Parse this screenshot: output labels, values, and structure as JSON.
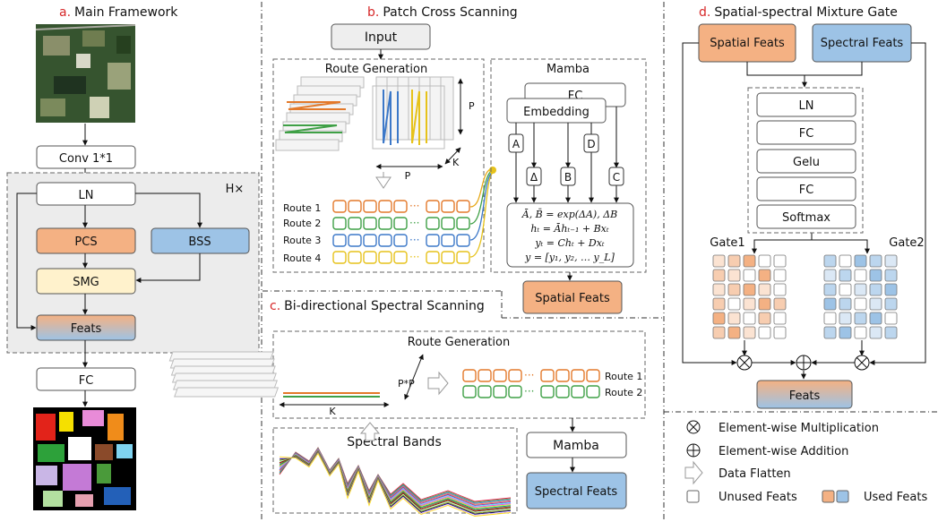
{
  "panel_a": {
    "letter": "a.",
    "title": "Main Framework",
    "conv": "Conv 1*1",
    "repeat": "H×",
    "ln": "LN",
    "pcs": "PCS",
    "bss": "BSS",
    "smg": "SMG",
    "feats": "Feats",
    "fc": "FC"
  },
  "panel_b": {
    "letter": "b.",
    "title": "Patch Cross Scanning",
    "input": "Input",
    "route_generation": "Route Generation",
    "dim_p_vertical": "P",
    "dim_p_horizontal": "P",
    "dim_k": "K",
    "routes": [
      "Route 1",
      "Route 2",
      "Route 3",
      "Route 4"
    ],
    "route_colors": [
      "#e3792a",
      "#3fa046",
      "#3c78c8",
      "#e6c21a"
    ],
    "mamba": {
      "title": "Mamba",
      "fc": "FC",
      "embedding": "Embedding",
      "a": "A",
      "delta": "Δ",
      "b": "B",
      "d": "D",
      "c": "C",
      "eq1": "Ā, B̄ = exp(ΔA), ΔB",
      "eq2": "hₜ = Āhₜ₋₁ + Bxₜ",
      "eq3": "yₜ = Chₜ + Dxₜ",
      "eq4": "y = [y₁, y₂, … y_L]"
    },
    "output": "Spatial Feats"
  },
  "panel_c": {
    "letter": "c.",
    "title": "Bi-directional Spectral Scanning",
    "route_generation": "Route Generation",
    "dim_pp": "P*P",
    "dim_k": "K",
    "routes": [
      "Route 1",
      "Route 2"
    ],
    "route_colors": [
      "#e3792a",
      "#3fa046"
    ],
    "spectral_bands": "Spectral Bands",
    "mamba": "Mamba",
    "output": "Spectral Feats"
  },
  "panel_d": {
    "letter": "d.",
    "title": "Spatial-spectral Mixture Gate",
    "spatial": "Spatial Feats",
    "spectral": "Spectral Feats",
    "mlp": [
      "LN",
      "FC",
      "Gelu",
      "FC",
      "Softmax"
    ],
    "gate1": "Gate1",
    "gate2": "Gate2",
    "feats": "Feats"
  },
  "legend": {
    "mult": "Element-wise Multiplication",
    "add": "Element-wise Addition",
    "flatten": "Data Flatten",
    "unused": "Unused Feats",
    "used": "Used Feats"
  },
  "colors": {
    "orange": "#f4b183",
    "blue": "#9dc3e6",
    "yellow": "#fff2cc",
    "gray_bg": "#ededed",
    "title_red": "#d62728"
  }
}
